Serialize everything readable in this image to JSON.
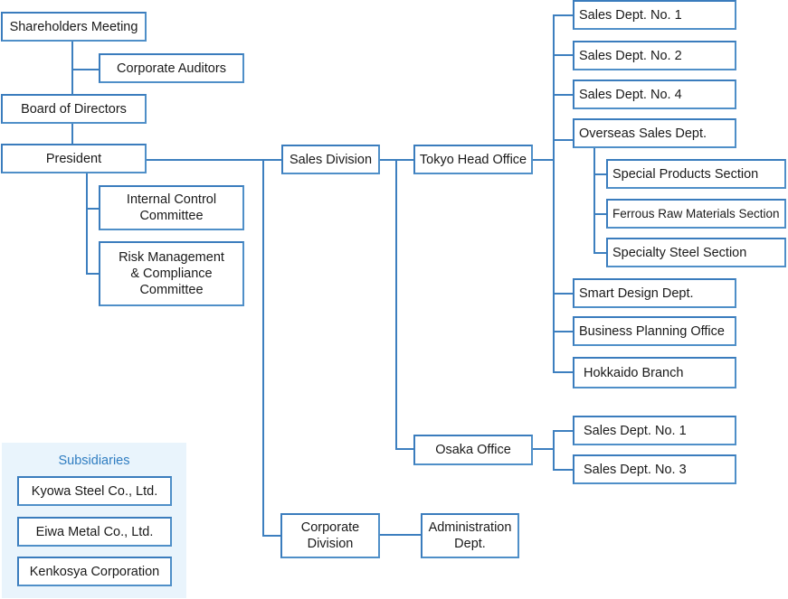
{
  "diagram": {
    "type": "organization-chart",
    "line_color": "#3d7fbf",
    "box_border_color": "#4f8fc8",
    "subsidiaries_bg": "#e9f4fc",
    "subsidiaries_title_color": "#2f7dc1"
  },
  "governance": {
    "shareholders_meeting": "Shareholders Meeting",
    "corporate_auditors": "Corporate Auditors",
    "board_of_directors": "Board of Directors",
    "president": "President",
    "internal_control": [
      "Internal Control",
      "Committee"
    ],
    "risk_management": [
      "Risk Management",
      "& Compliance",
      "Committee"
    ]
  },
  "sales_division": {
    "label": "Sales Division",
    "tokyo_head_office": {
      "label": "Tokyo Head Office",
      "departments": [
        "Sales Dept. No. 1",
        "Sales Dept. No. 2",
        "Sales Dept. No. 4",
        "Overseas Sales Dept.",
        "Smart Design Dept.",
        "Business Planning Office",
        "Hokkaido Branch"
      ],
      "overseas_sections": [
        "Special Products Section",
        "Ferrous Raw Materials Section",
        "Specialty Steel Section"
      ]
    },
    "osaka_office": {
      "label": "Osaka Office",
      "departments": [
        "Sales Dept. No. 1",
        "Sales Dept. No. 3"
      ]
    }
  },
  "corporate_division": {
    "label": [
      "Corporate",
      "Division"
    ],
    "administration": [
      "Administration",
      "Dept."
    ]
  },
  "subsidiaries": {
    "title": "Subsidiaries",
    "items": [
      "Kyowa Steel Co., Ltd.",
      "Eiwa Metal Co., Ltd.",
      "Kenkosya Corporation"
    ]
  }
}
